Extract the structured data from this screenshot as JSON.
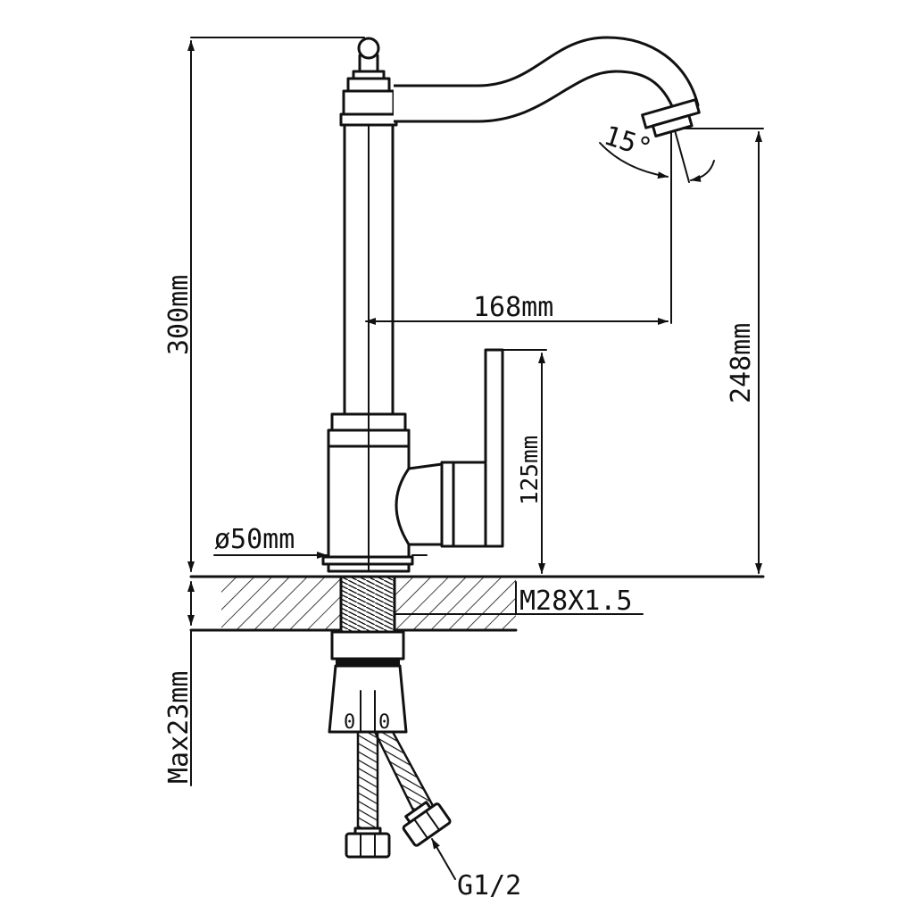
{
  "dimensions": {
    "height_total": "300mm",
    "spout_reach": "168mm",
    "spout_height": "248mm",
    "handle_height": "125mm",
    "base_diameter": "ø50mm",
    "thread": "M28X1.5",
    "max_thickness": "Max23mm",
    "hose_connection": "G1/2",
    "angle": "15°"
  },
  "markings": {
    "cold": "0",
    "hot": "0"
  },
  "colors": {
    "ink": "#111111",
    "paper": "#ffffff"
  }
}
